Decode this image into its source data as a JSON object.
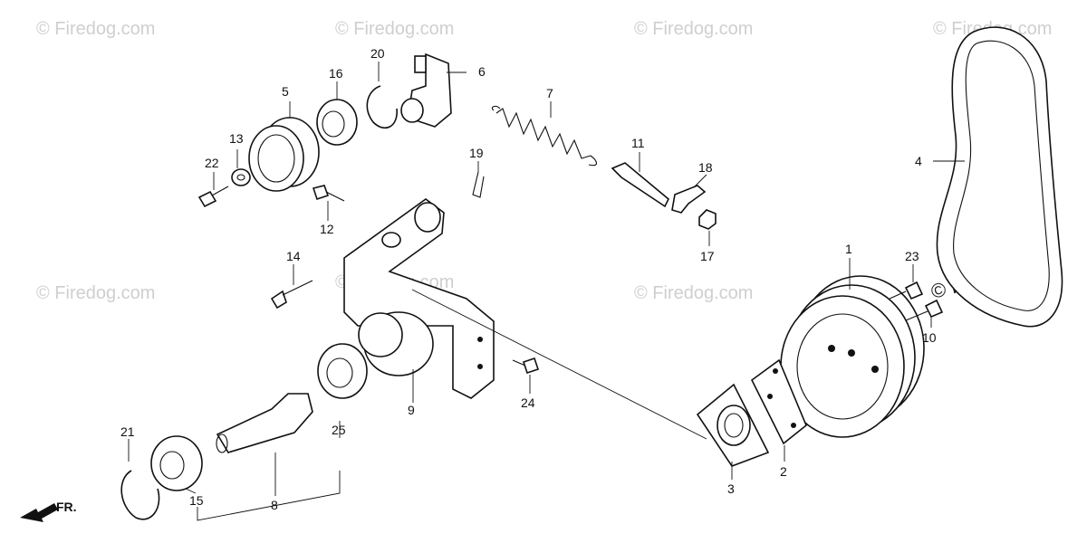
{
  "watermark": "© Firedog.com",
  "front_label": "FR.",
  "callouts": {
    "p1": "1",
    "p2": "2",
    "p3": "3",
    "p4": "4",
    "p5": "5",
    "p6": "6",
    "p7": "7",
    "p8": "8",
    "p9": "9",
    "p10": "10",
    "p11": "11",
    "p12": "12",
    "p13": "13",
    "p14": "14",
    "p15": "15",
    "p16": "16",
    "p17": "17",
    "p18": "18",
    "p19": "19",
    "p20": "20",
    "p21": "21",
    "p22": "22",
    "p23": "23",
    "p24": "24",
    "p25": "25"
  }
}
